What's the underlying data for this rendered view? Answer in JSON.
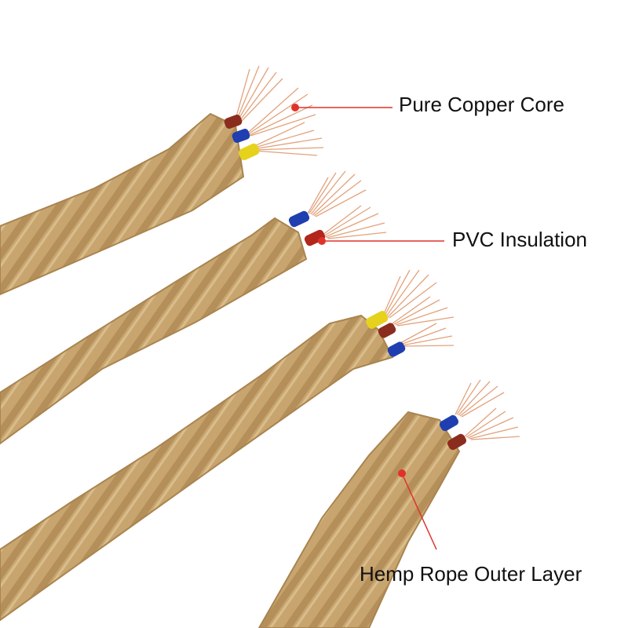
{
  "labels": {
    "copper_core": "Pure Copper Core",
    "pvc_insulation": "PVC Insulation",
    "hemp_outer": "Hemp Rope Outer Layer"
  },
  "colors": {
    "background": "#ffffff",
    "hemp": "#c8a56f",
    "hemp_dark": "#a9844f",
    "copper": "#e2a27c",
    "callout": "#e0322b",
    "wire_brown": "#8b2d1e",
    "wire_blue": "#1f3fb0",
    "wire_yellow": "#e6d21c",
    "wire_red": "#b3261b"
  },
  "cables": [
    {
      "wires": [
        "wire_brown",
        "wire_blue",
        "wire_yellow"
      ]
    },
    {
      "wires": [
        "wire_blue",
        "wire_red"
      ]
    },
    {
      "wires": [
        "wire_yellow",
        "wire_brown",
        "wire_blue"
      ]
    },
    {
      "wires": [
        "wire_blue",
        "wire_brown"
      ]
    }
  ]
}
